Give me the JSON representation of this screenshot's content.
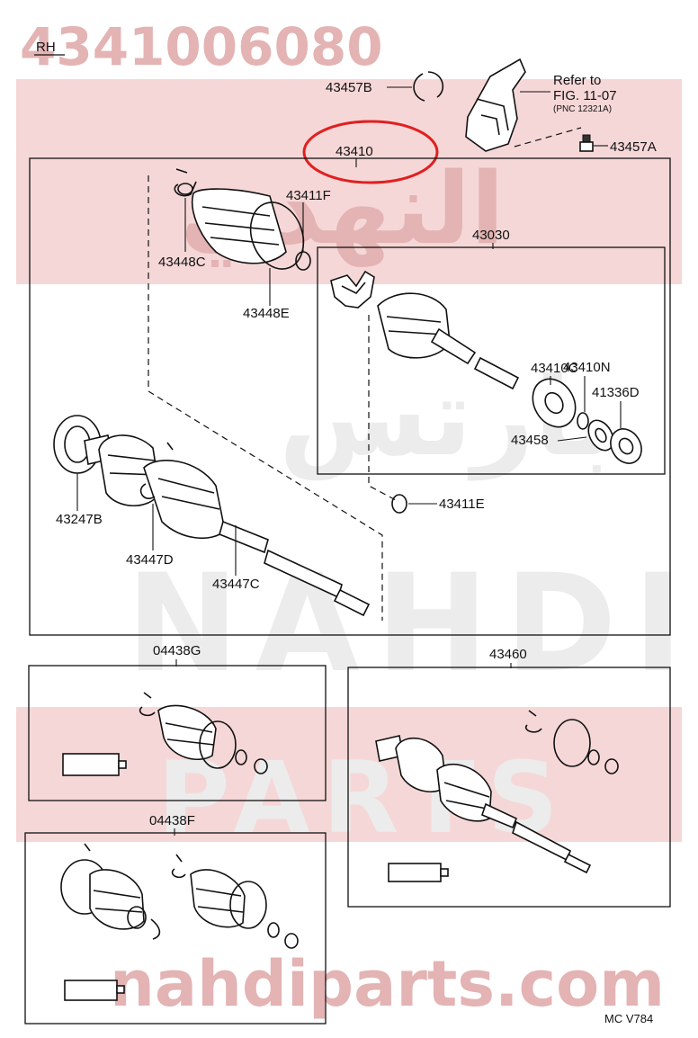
{
  "watermark": {
    "part_number": "4341006080",
    "arabic_brand_top": "النهدي",
    "arabic_brand_mid": "بارتس",
    "brand_latin_1": "NAHDI",
    "brand_latin_2": "PARTS",
    "site": "nahdiparts.com"
  },
  "header": {
    "side": "RH"
  },
  "reference": {
    "line1": "Refer to",
    "line2": "FIG. 11-07",
    "line3": "(PNC 12321A)"
  },
  "labels": {
    "p43457B": "43457B",
    "p43457A": "43457A",
    "p43410": "43410",
    "p43411F": "43411F",
    "p43448C": "43448C",
    "p43448E": "43448E",
    "p43030": "43030",
    "p43410C": "43410C",
    "p43410N": "43410N",
    "p41336D": "41336D",
    "p43458": "43458",
    "p43411E": "43411E",
    "p43247B": "43247B",
    "p43447D": "43447D",
    "p43447C": "43447C",
    "p04438G": "04438G",
    "p43460": "43460",
    "p04438F": "04438F"
  },
  "footer": {
    "code": "MC V784"
  },
  "colors": {
    "highlight": "#e02020",
    "watermark": "#e4b3b3",
    "ink": "#111111"
  }
}
